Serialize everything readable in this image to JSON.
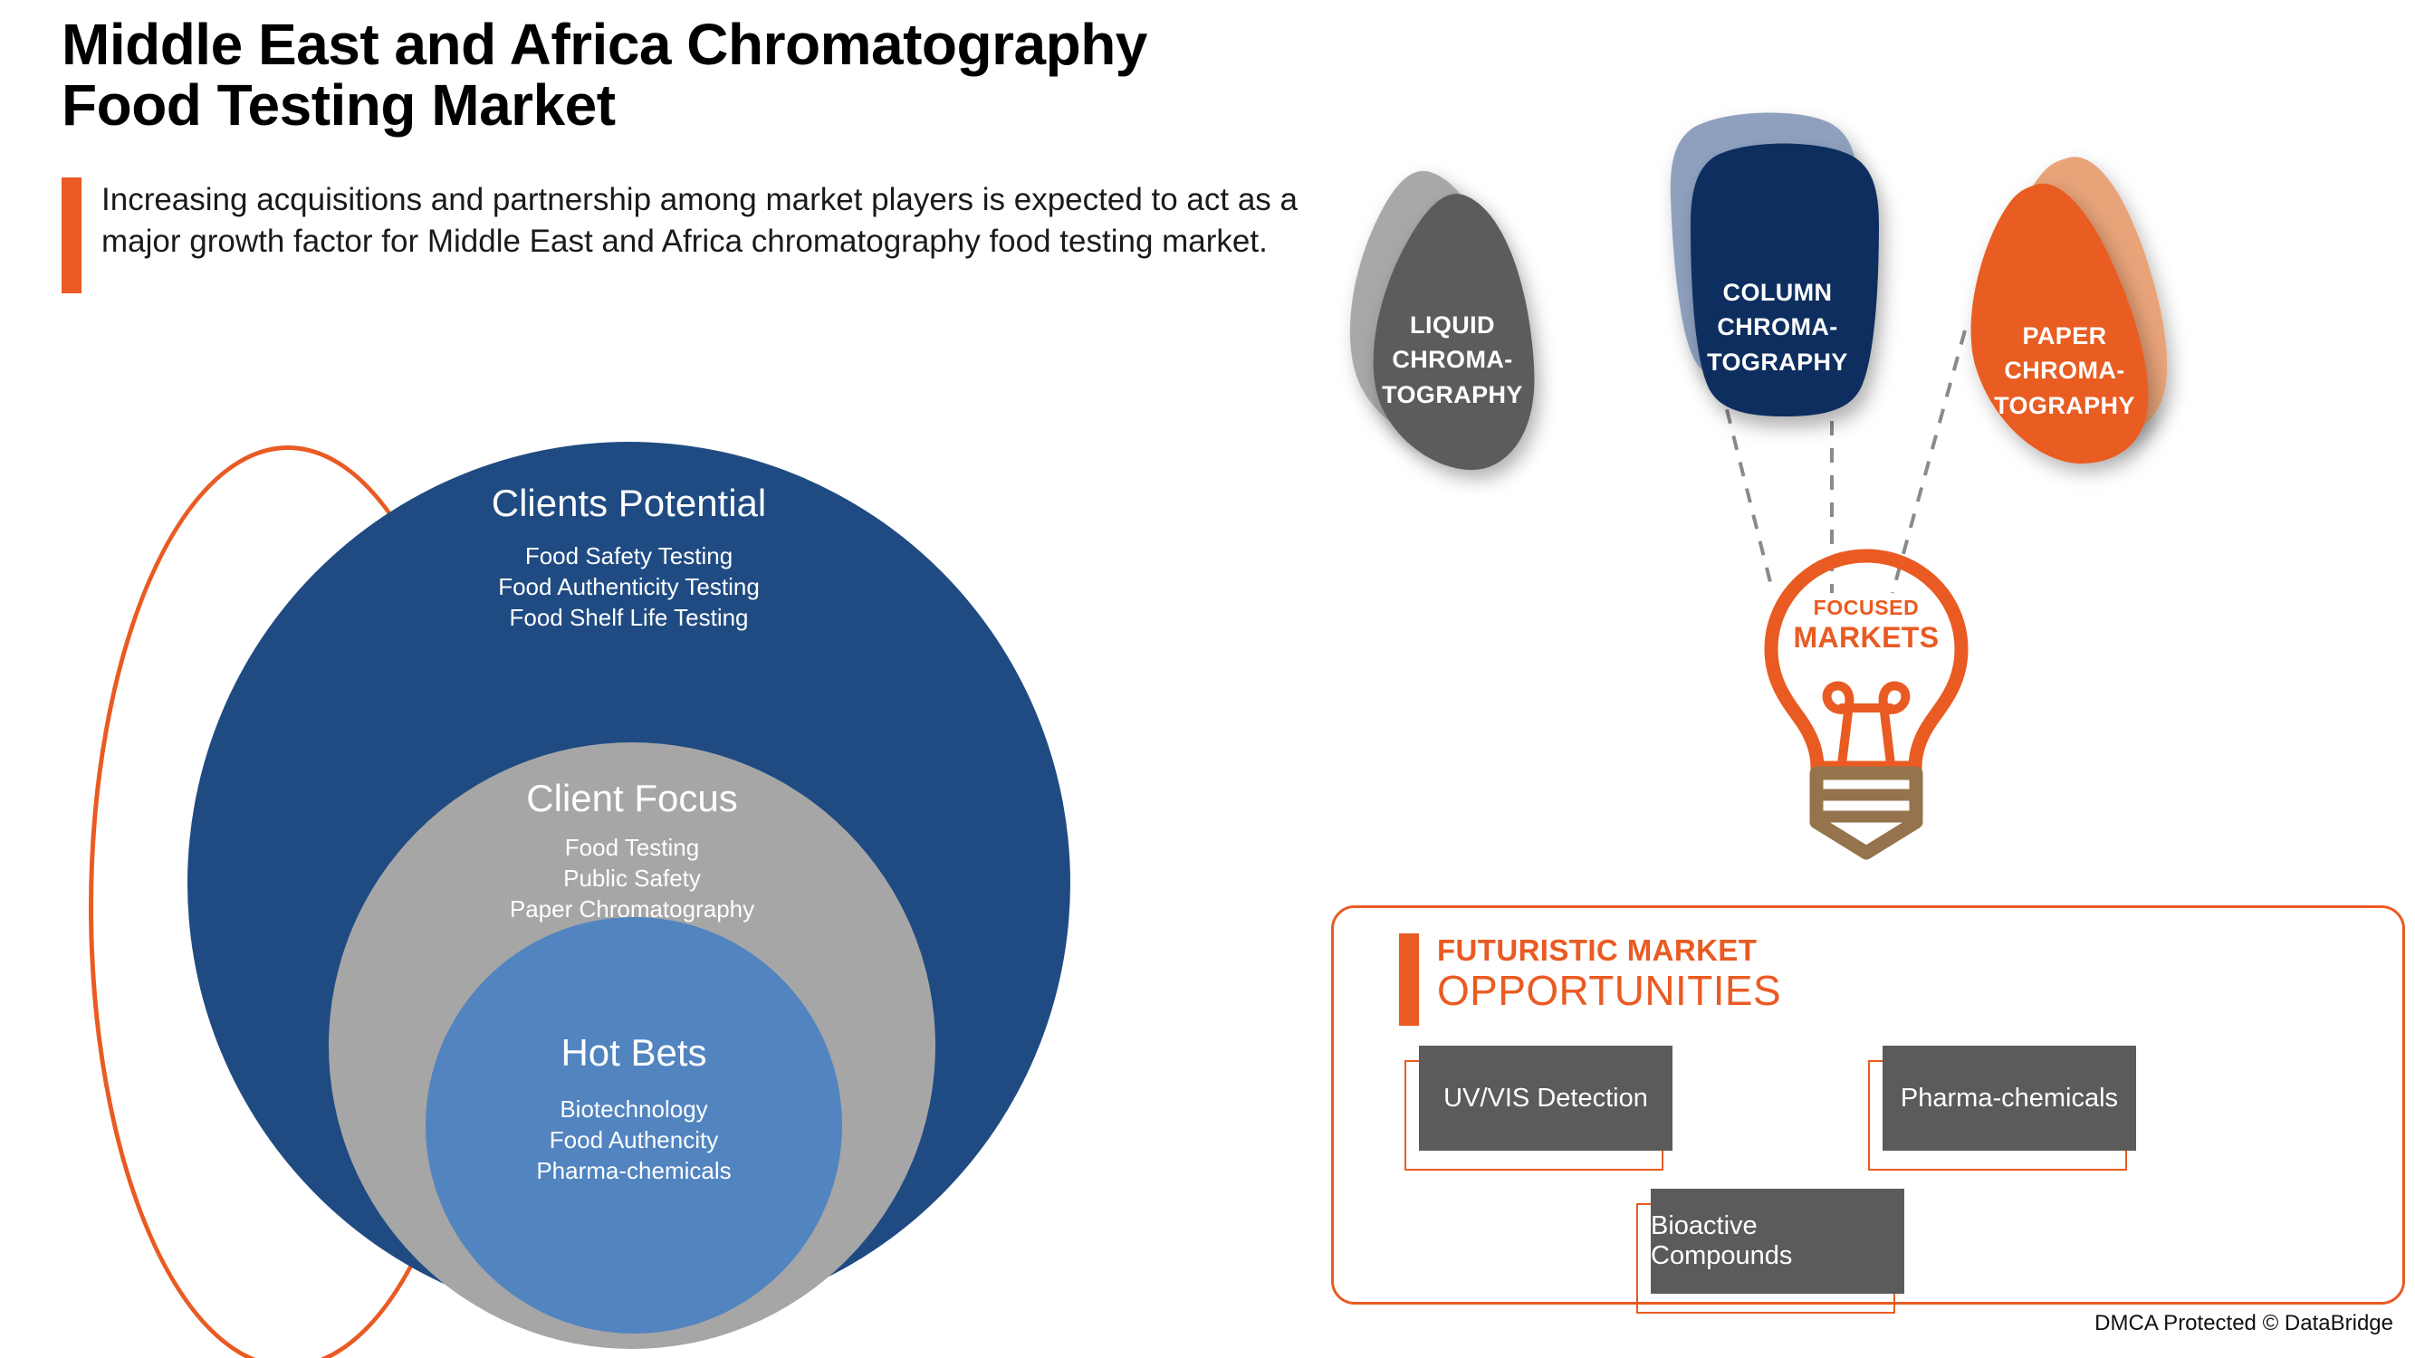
{
  "header": {
    "title_line1": "Middle East and Africa Chromatography",
    "title_line2": "Food Testing Market",
    "subtitle": "Increasing acquisitions and partnership among market players is expected to act as a major growth factor for Middle East and Africa chromatography food testing market."
  },
  "colors": {
    "orange": "#E95B22",
    "dark_blue": "#1F4B82",
    "navy": "#112F5E",
    "navy_shadow": "#8EA0BE",
    "gray": "#A6A6A6",
    "light_blue": "#5284C0",
    "dark_gray": "#5B5B5B",
    "light_gray": "#A8A8A8",
    "peach": "#E8A379"
  },
  "circles": {
    "outer": {
      "title": "Clients Potential",
      "items": [
        "Food Safety Testing",
        "Food Authenticity Testing",
        "Food Shelf Life Testing"
      ]
    },
    "middle": {
      "title": "Client Focus",
      "items": [
        "Food Testing",
        "Public Safety",
        "Paper Chromatography"
      ]
    },
    "inner": {
      "title": "Hot Bets",
      "items": [
        "Biotechnology",
        "Food Authencity",
        "Pharma-chemicals"
      ]
    }
  },
  "petals": [
    {
      "line1": "LIQUID",
      "line2": "CHROMA-",
      "line3": "TOGRAPHY",
      "fill": "#5B5B5B",
      "shadow": "#A8A8A8"
    },
    {
      "line1": "COLUMN",
      "line2": "CHROMA-",
      "line3": "TOGRAPHY",
      "fill": "#112F5E",
      "shadow": "#8EA0BE"
    },
    {
      "line1": "PAPER",
      "line2": "CHROMA-",
      "line3": "TOGRAPHY",
      "fill": "#E95B22",
      "shadow": "#E8A379"
    }
  ],
  "bulb": {
    "line1": "FOCUSED",
    "line2": "MARKETS"
  },
  "panel": {
    "title_line1": "FUTURISTIC MARKET",
    "title_line2": "OPPORTUNITIES",
    "opportunities": [
      "UV/VIS Detection",
      "Pharma-chemicals",
      "Bioactive Compounds"
    ]
  },
  "footer": "DMCA Protected © DataBridge"
}
